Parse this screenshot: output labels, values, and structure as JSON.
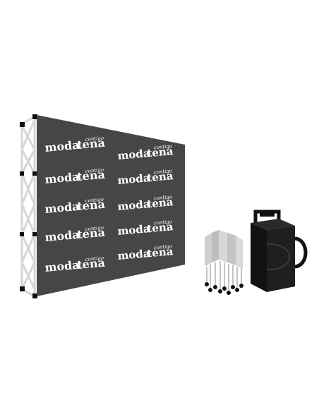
{
  "product": {
    "brand_main": "moda",
    "brand_second": "tena",
    "brand_small": "contigo",
    "colors": {
      "banner": "#464646",
      "frame": "#d9d9d9",
      "frame_joint": "#111111",
      "case": "#1b1b1b",
      "background": "#ffffff"
    },
    "icons": [
      "popup-frame-icon",
      "folded-frame-icon",
      "transport-case-icon"
    ]
  }
}
